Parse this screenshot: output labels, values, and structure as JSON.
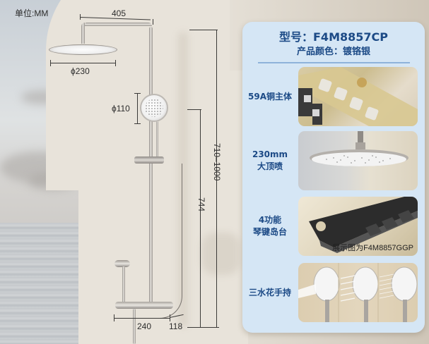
{
  "diagram": {
    "unit_label": "单位:MM",
    "dimensions": {
      "arm_length": "405",
      "top_shower_diameter": "ϕ230",
      "hand_shower_diameter": "ϕ110",
      "adjustable_height": "710–1000",
      "bar_height": "744",
      "mixer_width": "240",
      "mixer_depth": "118"
    }
  },
  "card": {
    "model_line": "型号：F4M8857CP",
    "color_line": "产品颜色：镀铬银",
    "features": [
      {
        "label_lines": [
          "59A铜主体"
        ],
        "image": "brass-valve-body-photo"
      },
      {
        "label_lines": [
          "230mm",
          "大顶喷"
        ],
        "image": "rain-shower-head-photo"
      },
      {
        "label_lines": [
          "4功能",
          "琴键岛台"
        ],
        "image": "piano-key-panel-photo",
        "caption": "展示图为F4M8857GGP"
      },
      {
        "label_lines": [
          "三水花手持"
        ],
        "image": "hand-shower-spray-modes-photo"
      }
    ]
  },
  "colors": {
    "card_bg": "#d5e6f5",
    "card_text": "#1c4a86",
    "wall": "#e8e3da"
  }
}
